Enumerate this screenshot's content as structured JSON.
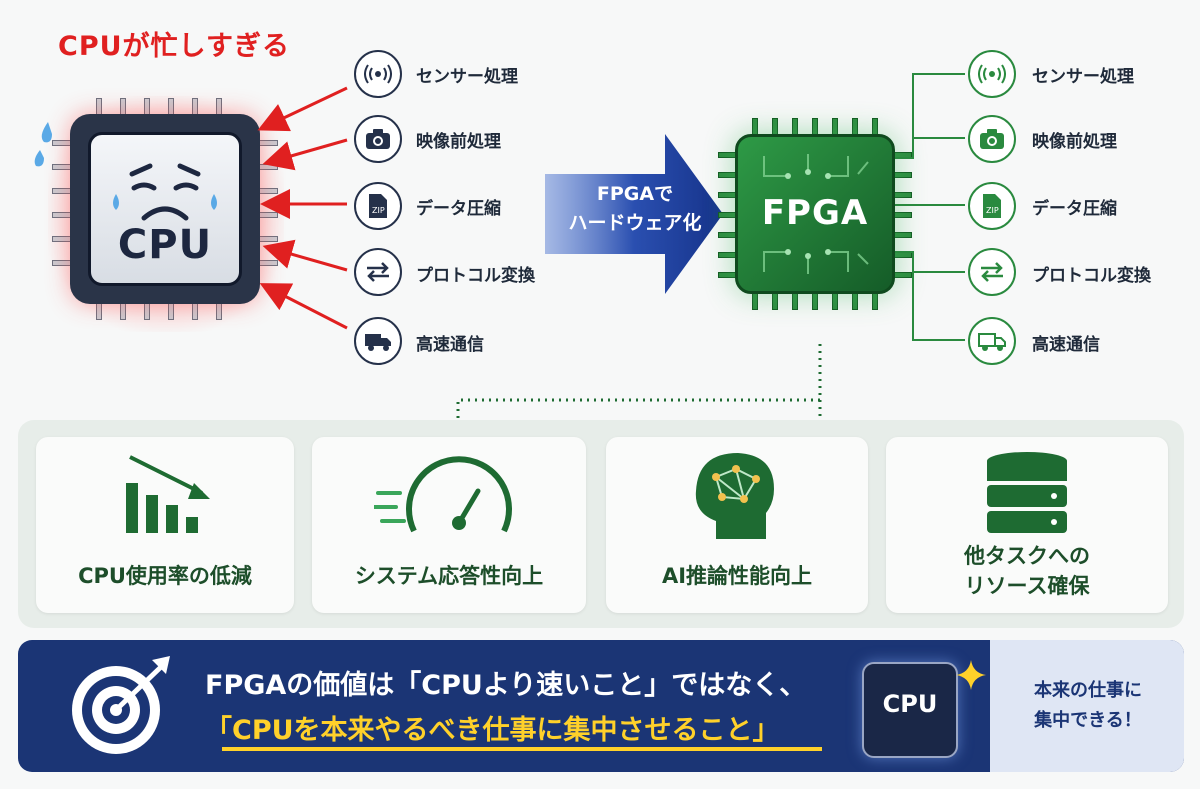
{
  "cpu_side": {
    "title": "CPUが忙しすぎる",
    "chip_label": "CPU"
  },
  "tasks": [
    {
      "label": "センサー処理",
      "icon": "signal-icon"
    },
    {
      "label": "映像前処理",
      "icon": "camera-icon"
    },
    {
      "label": "データ圧縮",
      "icon": "zip-file-icon"
    },
    {
      "label": "プロトコル変換",
      "icon": "swap-arrows-icon"
    },
    {
      "label": "高速通信",
      "icon": "truck-icon"
    }
  ],
  "arrow": {
    "line1": "FPGAで",
    "line2": "ハードウェア化"
  },
  "fpga_side": {
    "chip_label": "FPGA"
  },
  "benefits": [
    {
      "label": "CPU使用率の低減",
      "icon": "decreasing-bar-chart-icon"
    },
    {
      "label": "システム応答性向上",
      "icon": "speedometer-icon"
    },
    {
      "label": "AI推論性能向上",
      "icon": "ai-head-icon"
    },
    {
      "label_line1": "他タスクへの",
      "label_line2": "リソース確保",
      "icon": "server-stack-icon"
    }
  ],
  "banner": {
    "line1": "FPGAの価値は「CPUより速いこと」ではなく、",
    "line2": "「CPUを本来やるべき仕事に集中させること」",
    "chip_label": "CPU",
    "side_line1": "本来の仕事に",
    "side_line2": "集中できる！"
  },
  "colors": {
    "alert_red": "#e02020",
    "navy": "#1b3575",
    "fpga_green": "#2e9a46",
    "highlight_yellow": "#ffd12a"
  }
}
